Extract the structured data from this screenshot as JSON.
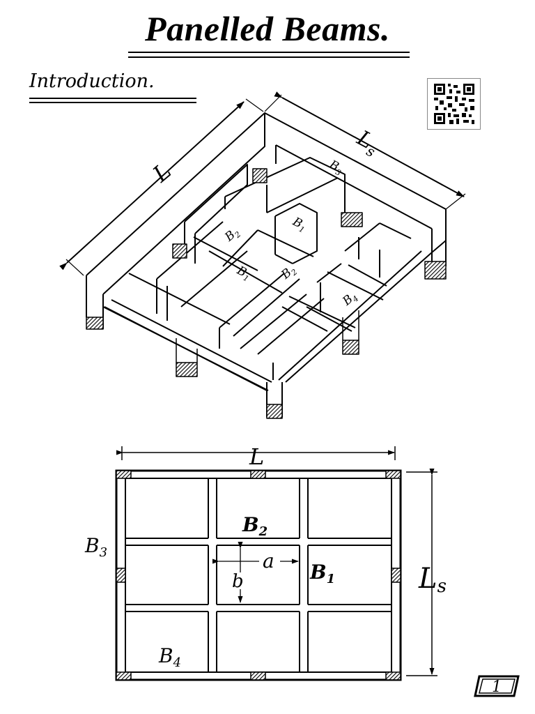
{
  "header": {
    "title": "Panelled Beams."
  },
  "section": {
    "heading": "Introduction."
  },
  "iso": {
    "length_label": "L",
    "short_label": "L",
    "short_sub": "s",
    "beams": [
      {
        "main": "B",
        "sub": "3"
      },
      {
        "main": "B",
        "sub": "2"
      },
      {
        "main": "B",
        "sub": "1"
      },
      {
        "main": "B",
        "sub": "1"
      },
      {
        "main": "B",
        "sub": "2"
      },
      {
        "main": "B",
        "sub": "4"
      }
    ]
  },
  "plan": {
    "length_label": "L",
    "short_label": "L",
    "short_sub": "s",
    "b2": {
      "main": "B",
      "sub": "2"
    },
    "b1": {
      "main": "B",
      "sub": "1"
    },
    "b3": {
      "main": "B",
      "sub": "3"
    },
    "b4": {
      "main": "B",
      "sub": "4"
    },
    "a_label": "a",
    "b_label": "b"
  },
  "footer": {
    "page_number": "1"
  },
  "icons": {
    "qr": "qr-code-icon",
    "arrow": "arrow-head-icon"
  }
}
